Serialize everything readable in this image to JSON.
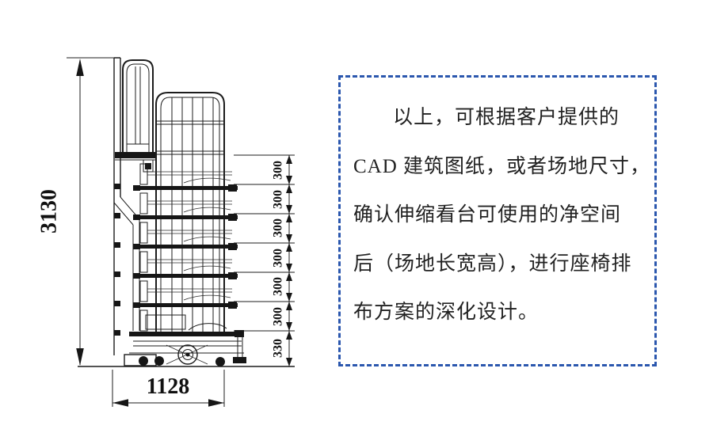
{
  "drawing": {
    "dimensions": {
      "total_height": "3130",
      "base_width": "1128",
      "row_rises": [
        "300",
        "300",
        "300",
        "300",
        "300",
        "300",
        "330"
      ]
    }
  },
  "note": {
    "lines": [
      "以上，可根据客户提供的",
      "CAD 建筑图纸，或者场地尺寸，",
      "确认伸缩看台可使用的净空间",
      "后（场地长宽高），进行座椅排",
      "布方案的深化设计。"
    ],
    "border_color": "#2b57ae"
  },
  "colors": {
    "line": "#1c1c1c",
    "dash_border": "#2b57ae",
    "note_text": "#222222",
    "background": "#ffffff"
  }
}
